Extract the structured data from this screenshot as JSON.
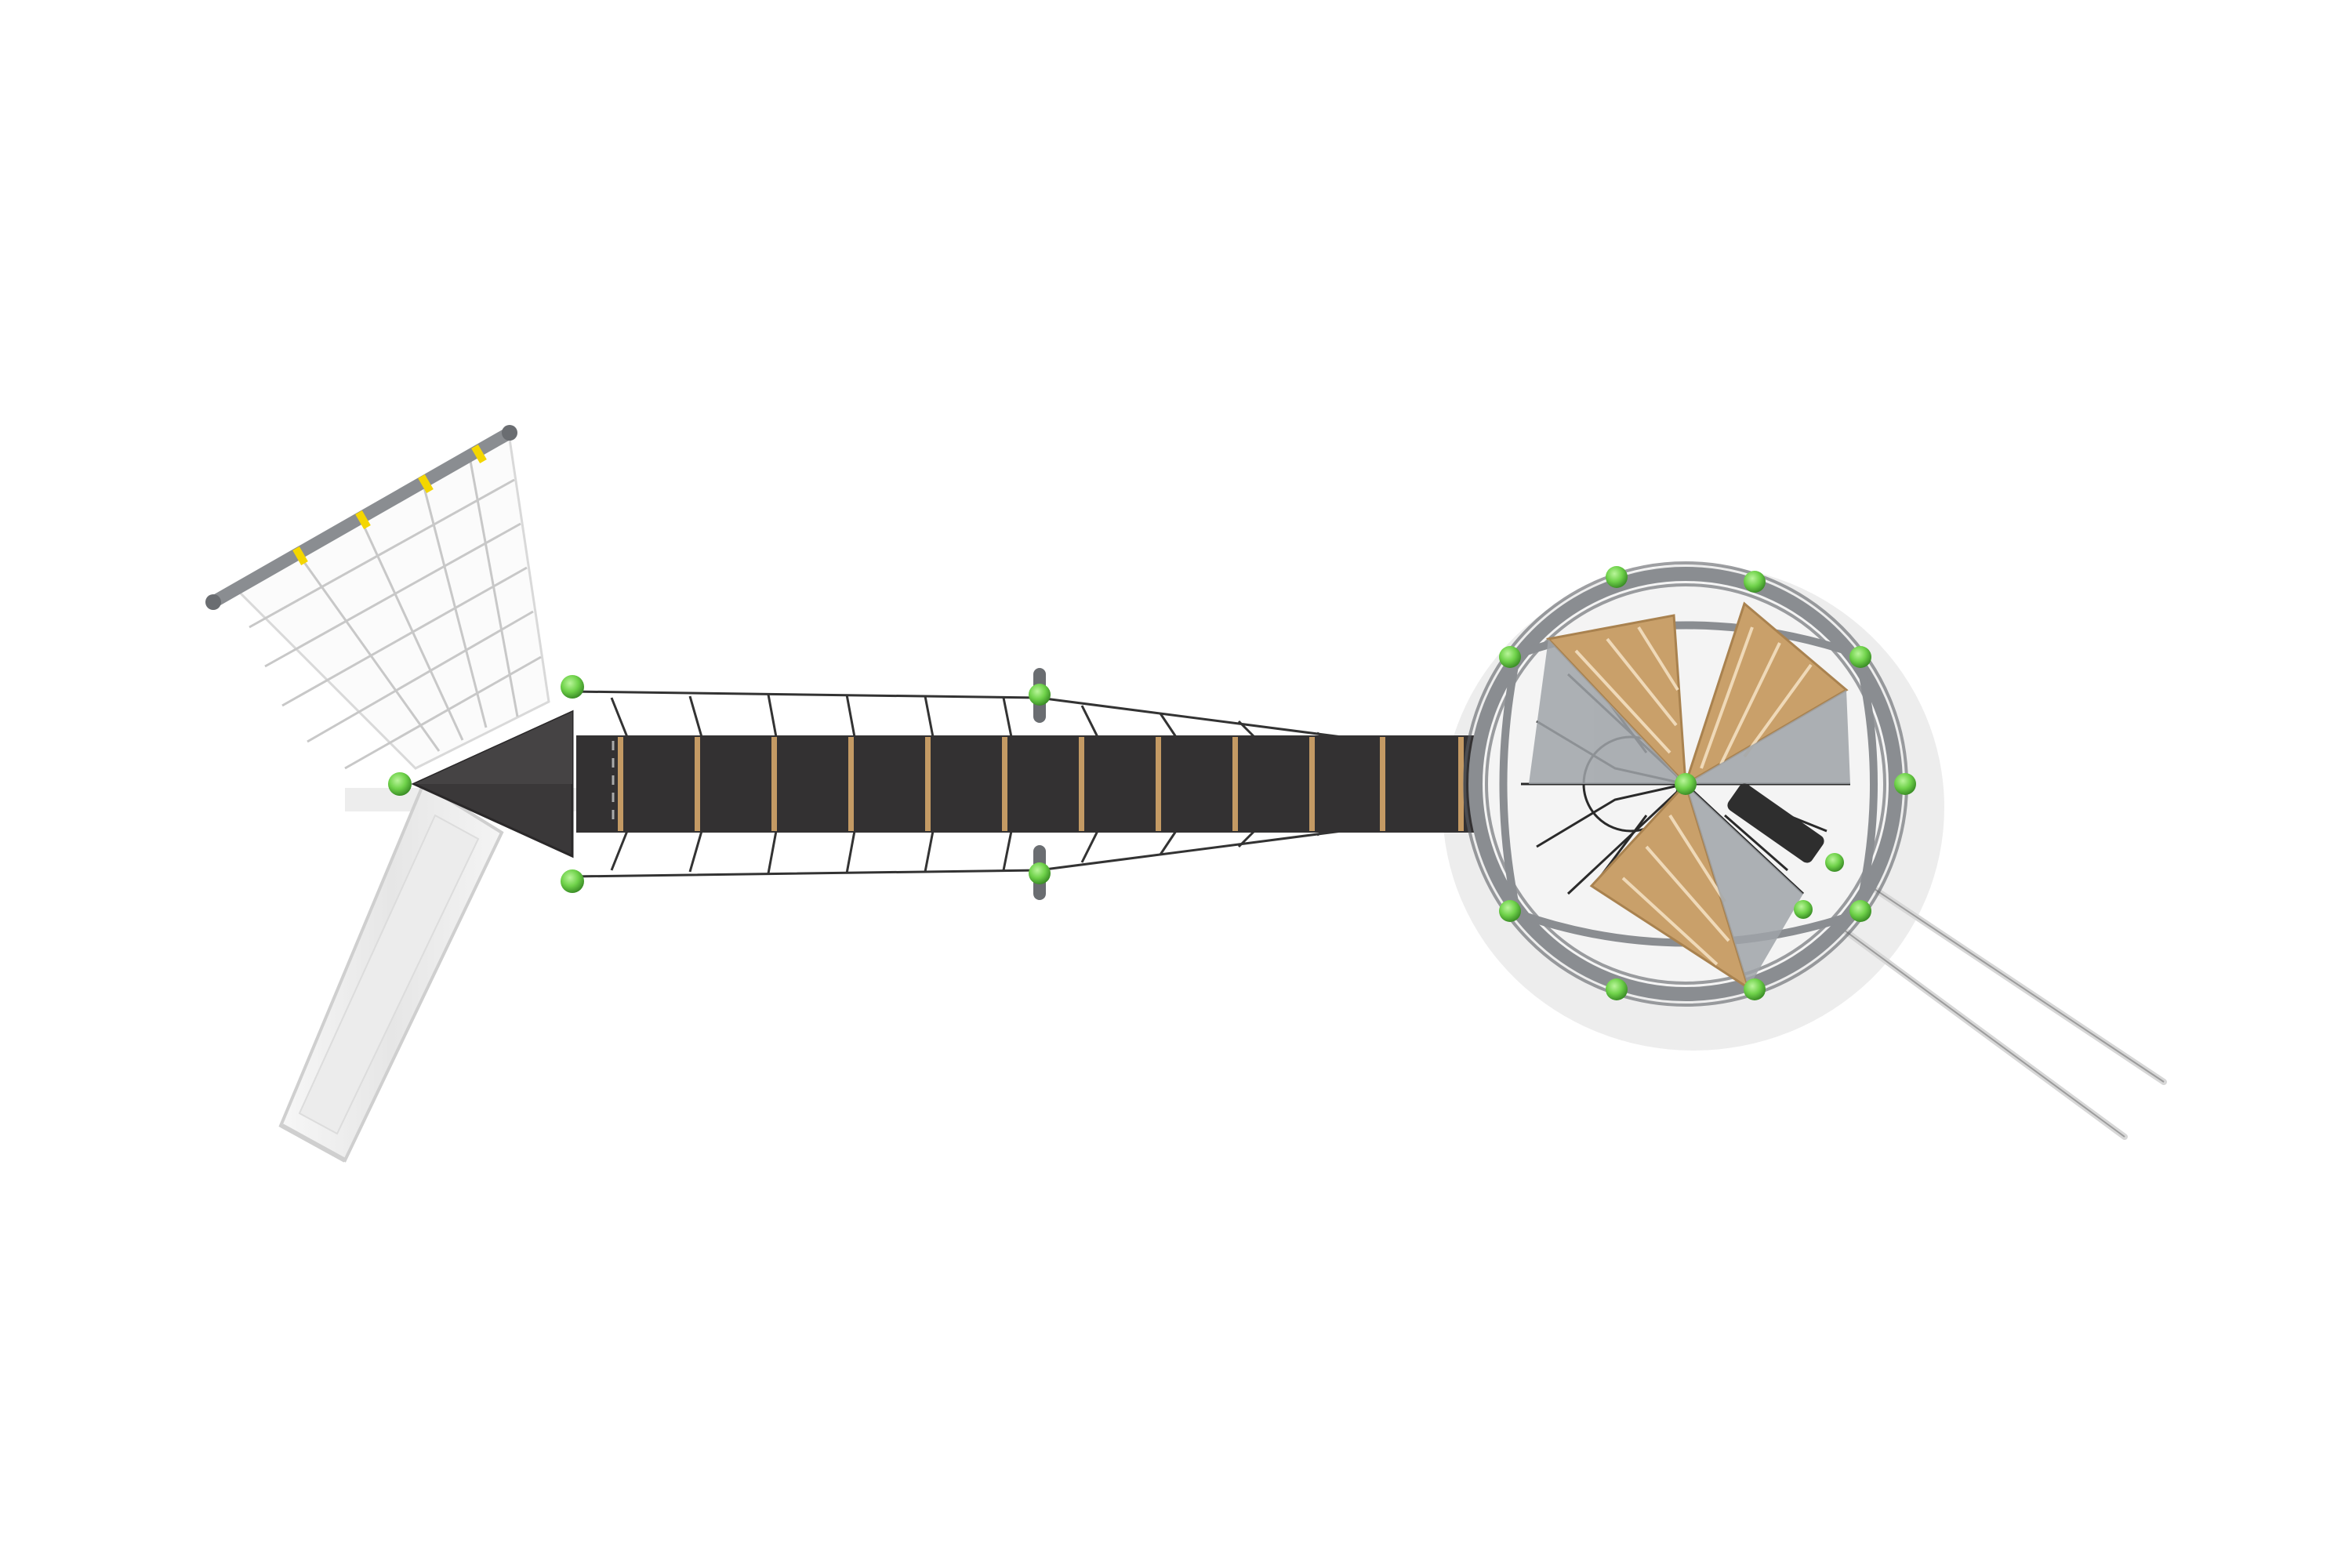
{
  "scene": {
    "view": "top-down",
    "background": "#ffffff",
    "colors": {
      "deck": "#333132",
      "plank": "#c49a64",
      "frame": "#8a8d91",
      "frame_dark": "#5e6166",
      "post_cap": "#6fd24a",
      "post_cap_dark": "#3c8f27",
      "slide": "#eeeeee",
      "slide_edge": "#cfcfcf",
      "cargo_net": "#ffffff",
      "net_rope": "#2a2a2a",
      "bar_clamp": "#f4d600",
      "roof_wood": "#c9a06a",
      "roof_panel": "#9fa3a8"
    },
    "components": [
      {
        "name": "cargo-climbing-net",
        "icon": "net-icon"
      },
      {
        "name": "triangle-platform",
        "icon": "triangle-icon"
      },
      {
        "name": "slide",
        "icon": "slide-icon"
      },
      {
        "name": "suspension-bridge",
        "icon": "bridge-icon"
      },
      {
        "name": "spherical-net-tower",
        "icon": "sphere-icon"
      },
      {
        "name": "slanted-fireman-poles",
        "icon": "pole-icon"
      }
    ]
  }
}
